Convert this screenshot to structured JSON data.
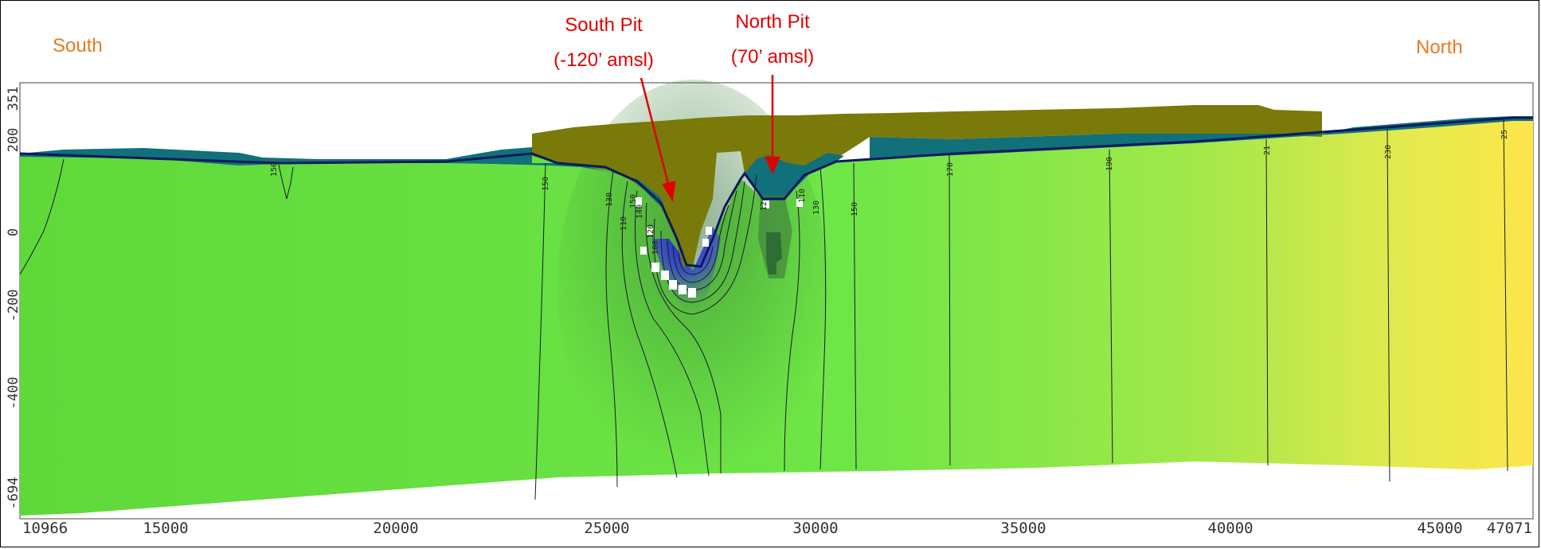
{
  "labels": {
    "south": "South",
    "north": "North",
    "south_pit": {
      "name": "South Pit",
      "elev": "(-120’ amsl)"
    },
    "north_pit": {
      "name": "North Pit",
      "elev": "(70’ amsl)"
    }
  },
  "colors": {
    "annotation_red": "#e00000",
    "direction_orange": "#e87a1e",
    "ground_surface": "#0b1a5c",
    "overburden_olive": "#7a7a0a",
    "teal_layer": "#12707a",
    "green_field": "#6ae040",
    "yellow_field": "#fbe84a",
    "drawdown_blue": "#2b2bd0"
  },
  "axes": {
    "y_ticks": [
      "351",
      "200",
      "0",
      "-200",
      "-400",
      "-694"
    ],
    "x_ticks": [
      "10966",
      "15000",
      "20000",
      "25000",
      "30000",
      "35000",
      "40000",
      "45000",
      "47071"
    ]
  },
  "contour_labels": [
    "150",
    "150",
    "130",
    "110",
    "150",
    "140",
    "120",
    "100",
    "12",
    "130",
    "110",
    "150",
    "170",
    "190",
    "21",
    "230",
    "25"
  ],
  "chart_data": {
    "type": "cross-section",
    "x_range": [
      10966,
      47071
    ],
    "y_range": [
      -694,
      351
    ],
    "annotations": [
      {
        "text": "South Pit (-120’ amsl)"
      },
      {
        "text": "North Pit (70’ amsl)"
      }
    ]
  }
}
